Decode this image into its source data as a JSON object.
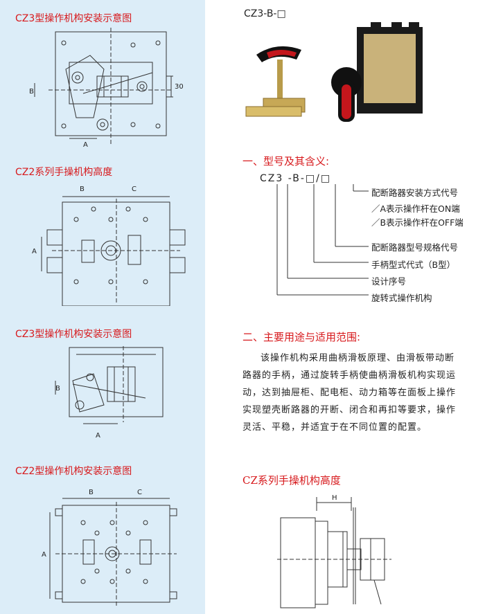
{
  "left": {
    "fig1_title": "CZ3型操作机构安装示意图",
    "fig2_title": "CZ2系列手操机构高度",
    "fig3_title": "CZ3型操作机构安装示意图",
    "fig4_title": "CZ2型操作机构安装示意图",
    "dim_a": "A",
    "dim_b": "B",
    "dim_c": "C",
    "dim_30": "30"
  },
  "product": {
    "model_label": "CZ3-B-□"
  },
  "section1": {
    "title": "一、型号及其含义:",
    "code": "CZ3 -B-□/□",
    "lines": [
      "配断路器安装方式代号",
      "／A表示操作杆在ON端",
      "／B表示操作杆在OFF端",
      "配断路器型号规格代号",
      "手柄型式代式（B型）",
      "设计序号",
      "旋转式操作机构"
    ]
  },
  "section2": {
    "title": "二、主要用途与适用范围:",
    "paragraph_lines": [
      "该操作机构采用曲柄滑板原理、由滑板带动断",
      "路器的手柄，通过旋转手柄使曲柄滑板机构实现运",
      "动，达到抽屉柜、配电柜、动力箱等在面板上操作",
      "实现塑壳断路器的开断、闭合和再扣等要求，操作",
      "灵活、平稳，并适宜于在不同位置的配置。"
    ]
  },
  "section3": {
    "title": "CZ系列手操机构高度",
    "dim_h": "H"
  }
}
